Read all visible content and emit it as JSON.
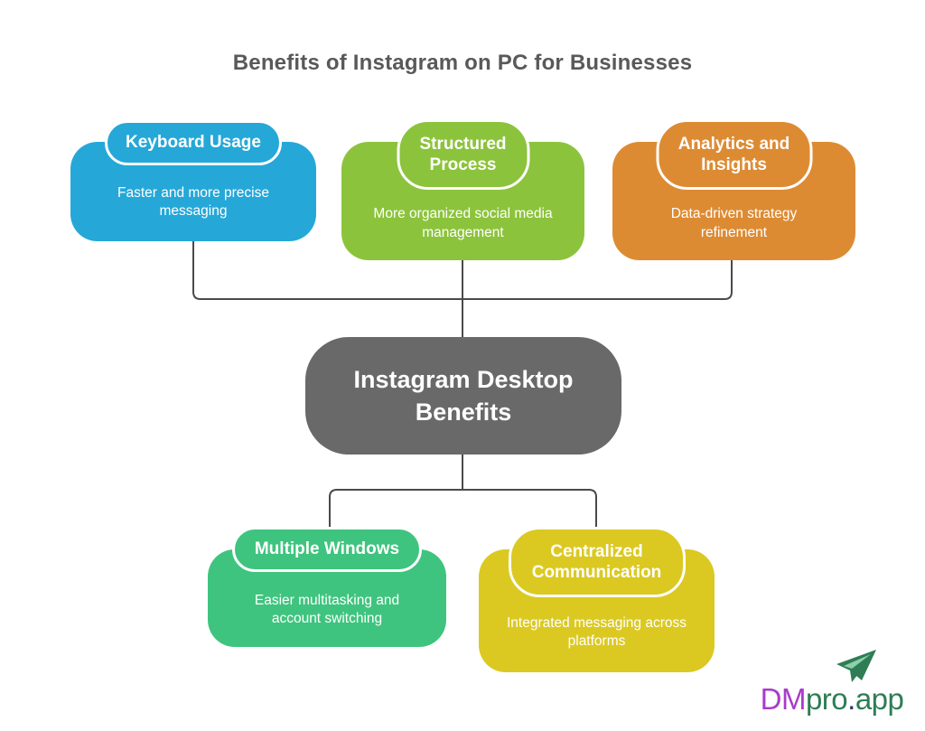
{
  "title": {
    "text": "Benefits of Instagram on PC for Businesses",
    "color": "#58595b"
  },
  "center_node": {
    "label": "Instagram Desktop Benefits",
    "color": "#696969"
  },
  "nodes": [
    {
      "id": "keyboard-usage",
      "label": "Keyboard Usage",
      "description": "Faster and more precise messaging",
      "color": "#25a8d8"
    },
    {
      "id": "structured-process",
      "label": "Structured Process",
      "description": "More organized social media management",
      "color": "#8cc33c"
    },
    {
      "id": "analytics-and-insights",
      "label": "Analytics and Insights",
      "description": "Data-driven strategy refinement",
      "color": "#dd8b33"
    },
    {
      "id": "multiple-windows",
      "label": "Multiple Windows",
      "description": "Easier multitasking and account switching",
      "color": "#3ec47e"
    },
    {
      "id": "centralized-communication",
      "label": "Centralized Communication",
      "description": "Integrated messaging across platforms",
      "color": "#dbc922"
    }
  ],
  "connectors": {
    "color": "#4a4a4a"
  },
  "logo": {
    "prefix": "DM",
    "prefix_color": "#a93ccb",
    "pro": "pro",
    "dot": ".",
    "dot_color": "#2b3a64",
    "app": "app",
    "green": "#2e7d55",
    "icon": "paper-plane-icon"
  }
}
